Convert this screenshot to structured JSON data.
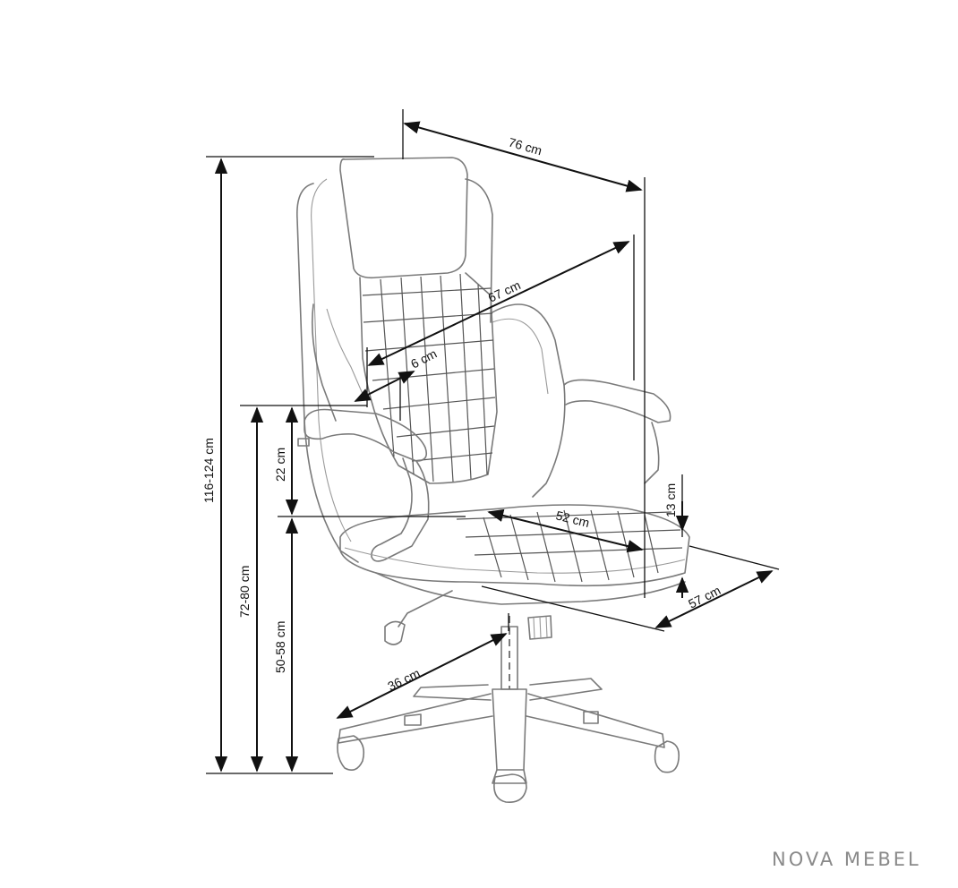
{
  "dimensions": {
    "overall_width": "76 cm",
    "backrest_width": "67 cm",
    "armrest_thickness": "6 cm",
    "armrest_to_seat": "22 cm",
    "seat_depth": "52 cm",
    "seat_thickness": "13 cm",
    "overall_depth": "57 cm",
    "base_radius": "36 cm",
    "overall_height": "116-124 cm",
    "armrest_height": "72-80 cm",
    "seat_height": "50-58 cm"
  },
  "brand": {
    "name": "NOVA MEBEL"
  },
  "colors": {
    "line": "#111111",
    "outline": "#7a7a7a",
    "brand": "#8a8a8a"
  }
}
